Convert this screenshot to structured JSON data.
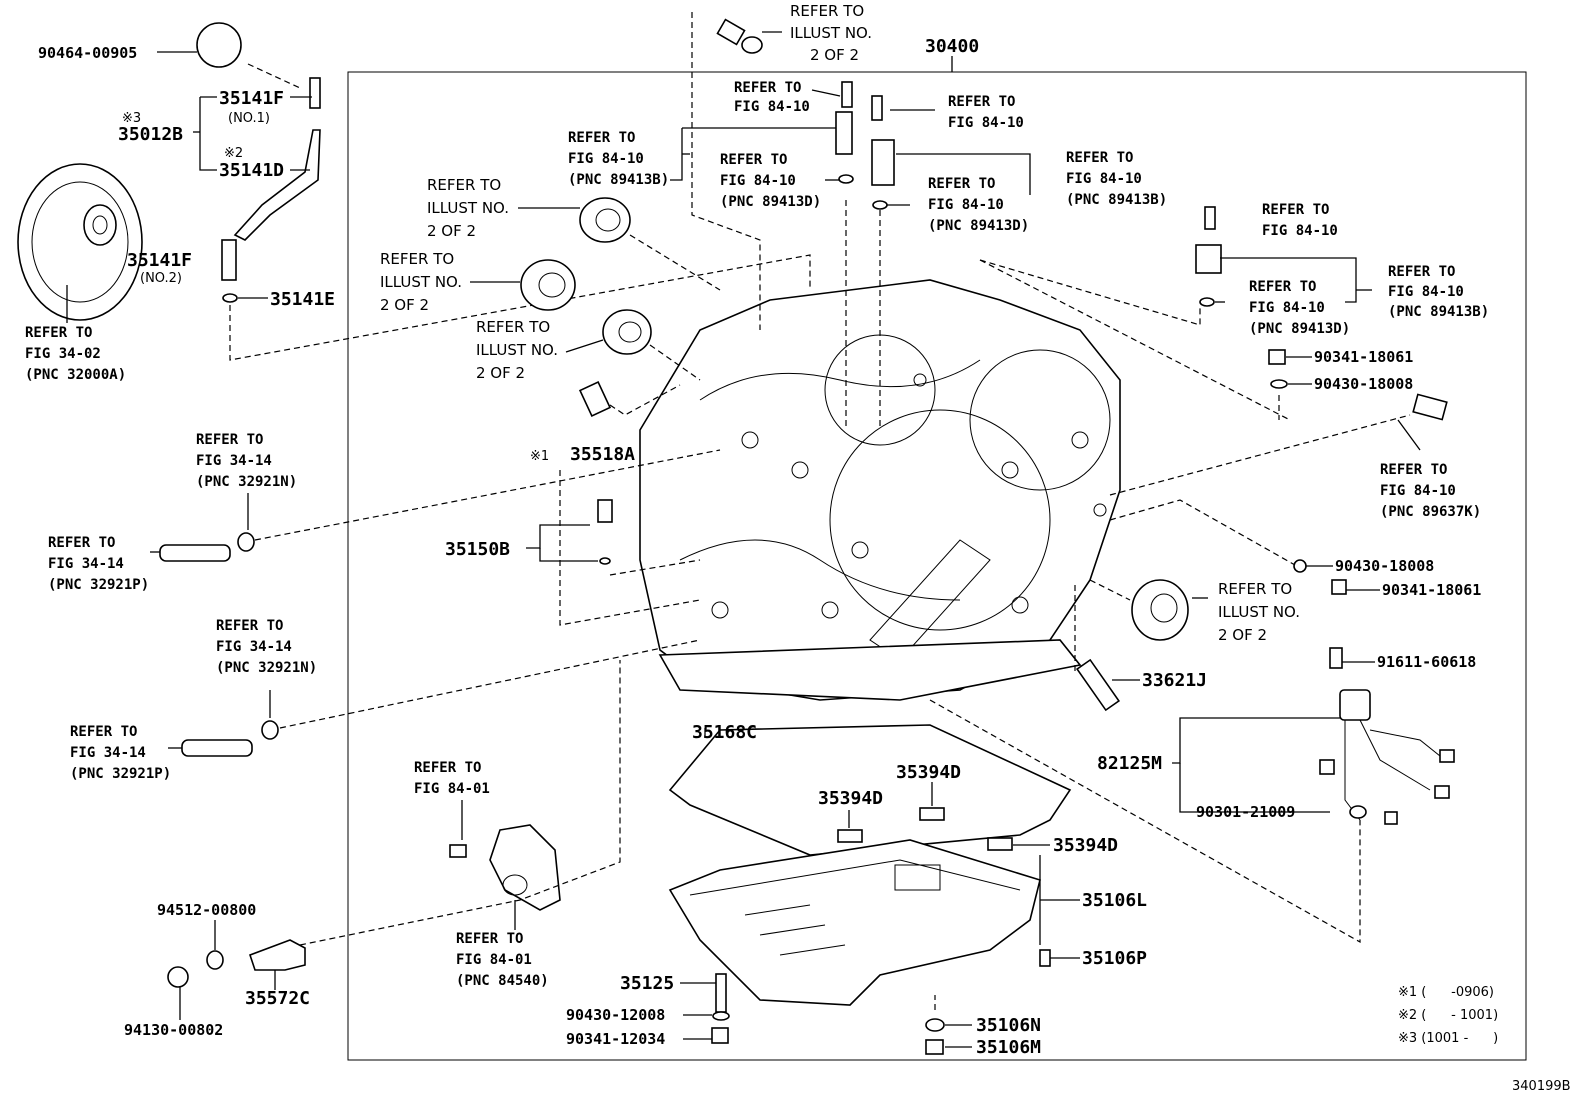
{
  "diagram_id": "340199B",
  "main_part": "30400",
  "part_numbers": [
    "90464-00905",
    "35141F",
    "(NO.1)",
    "※3",
    "35012B",
    "※2",
    "35141D",
    "35141F",
    "(NO.2)",
    "35141E",
    "35518A",
    "※1",
    "35150B",
    "90341-18061",
    "90430-18008",
    "90430-18008",
    "90341-18061",
    "33621J",
    "91611-60618",
    "82125M",
    "90301-21009",
    "35168C",
    "35394D",
    "35394D",
    "35394D",
    "35106L",
    "35106P",
    "35125",
    "90430-12008",
    "90341-12034",
    "35106N",
    "35106M",
    "94512-00800",
    "94130-00802",
    "35572C"
  ],
  "refs": {
    "refer_to": "REFER TO",
    "illust_no": "ILLUST NO.",
    "two_of_two": "2 OF 2",
    "fig_84_10": "FIG 84-10",
    "fig_34_02": "FIG 34-02",
    "fig_34_14": "FIG 34-14",
    "fig_84_01": "FIG 84-01",
    "pnc_89413b": "(PNC 89413B)",
    "pnc_89413d": "(PNC 89413D)",
    "pnc_32000a": "(PNC 32000A)",
    "pnc_32921n": "(PNC 32921N)",
    "pnc_32921p": "(PNC 32921P)",
    "pnc_89637k": "(PNC 89637K)",
    "pnc_84540": "(PNC 84540)"
  },
  "footnotes": [
    "※1 (      -0906)",
    "※2 (      - 1001)",
    "※3 (1001 -      )"
  ]
}
